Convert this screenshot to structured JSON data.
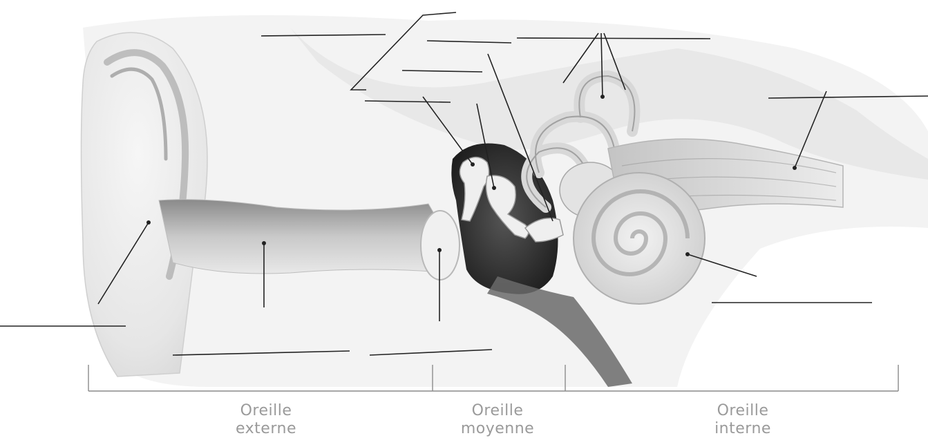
{
  "diagram": {
    "regions": [
      {
        "id": "externe",
        "line1": "Oreille",
        "line2": "externe"
      },
      {
        "id": "moyenne",
        "line1": "Oreille",
        "line2": "moyenne"
      },
      {
        "id": "interne",
        "line1": "Oreille",
        "line2": "interne"
      }
    ],
    "blank_labels": 12,
    "colors": {
      "line": "#222222",
      "bracket": "#8a8a8a",
      "label_text": "#9a9a9a",
      "cavity_dark": "#2b2b2b",
      "tissue_light": "#eeeeee"
    }
  }
}
